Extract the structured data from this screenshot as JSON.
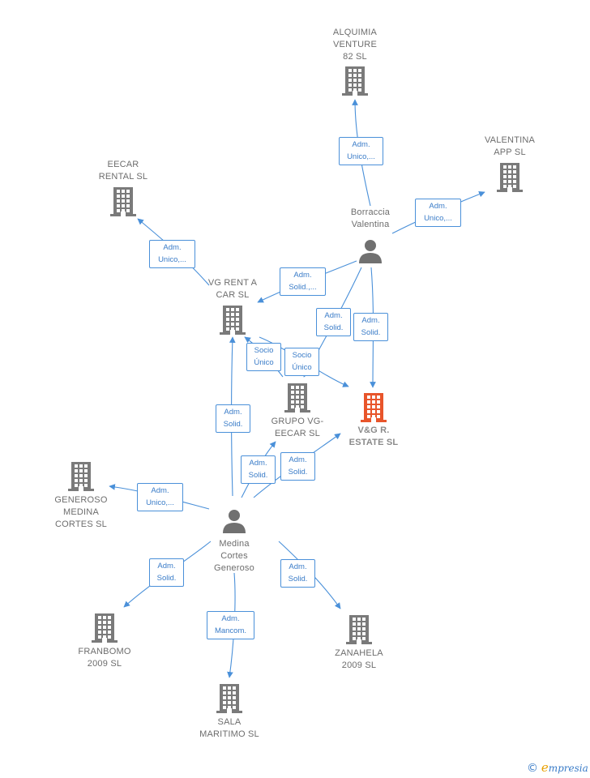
{
  "colors": {
    "company": "#7a7a7a",
    "company_highlight": "#e8552b",
    "person": "#707070",
    "edge": "#4a90d9"
  },
  "nodes": {
    "alquimia": {
      "label": "ALQUIMIA\nVENTURE\n82  SL",
      "type": "company"
    },
    "valentina": {
      "label": "VALENTINA\nAPP  SL",
      "type": "company"
    },
    "eecar": {
      "label": "EECAR\nRENTAL  SL",
      "type": "company"
    },
    "borraccia": {
      "label": "Borraccia\nValentina",
      "type": "person"
    },
    "vgrent": {
      "label": "VG RENT A\nCAR  SL",
      "type": "company"
    },
    "grupo": {
      "label": "GRUPO VG-\nEECAR  SL",
      "type": "company"
    },
    "vgr": {
      "label": "V&G R.\nESTATE  SL",
      "type": "company_highlight"
    },
    "generoso": {
      "label": "GENEROSO\nMEDINA\nCORTES  SL",
      "type": "company"
    },
    "medina": {
      "label": "Medina\nCortes\nGeneroso",
      "type": "person"
    },
    "franbomo": {
      "label": "FRANBOMO\n2009 SL",
      "type": "company"
    },
    "zanahela": {
      "label": "ZANAHELA\n2009 SL",
      "type": "company"
    },
    "sala": {
      "label": "SALA\nMARITIMO SL",
      "type": "company"
    }
  },
  "edges": {
    "e1": "Adm.\nUnico,...",
    "e2": "Adm.\nUnico,...",
    "e3": "Adm.\nUnico,...",
    "e4": "Adm.\nSolid.,...",
    "e5": "Adm.\nSolid.",
    "e6": "Adm.\nSolid.",
    "e7": "Socio\nÚnico",
    "e8": "Socio\nÚnico",
    "e9": "Adm.\nSolid.",
    "e10": "Adm.\nSolid.",
    "e11": "Adm.\nSolid.",
    "e12": "Adm.\nUnico,...",
    "e13": "Adm.\nSolid.",
    "e14": "Adm.\nSolid.",
    "e15": "Adm.\nMancom."
  },
  "brand": {
    "copyright": "©",
    "name": "mpresia",
    "initial": "e"
  }
}
